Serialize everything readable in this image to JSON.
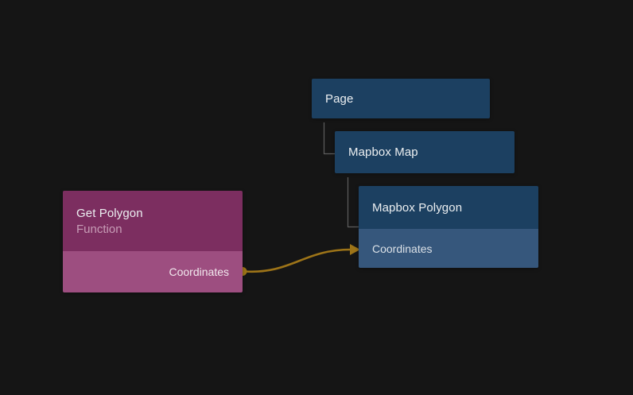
{
  "colors": {
    "background": "#151515",
    "blue_node_header": "#1c4061",
    "blue_node_port_row": "#36577c",
    "purple_node_header": "#7c2e60",
    "purple_node_port_row": "#9d4e80",
    "node_title": "#eceff1",
    "node_subtitle": "#c79cb6",
    "port_label_purple": "#f2e9ee",
    "port_label_blue": "#dbe1e7",
    "tree_connector": "#5d5d5d",
    "connection": "#9d7418"
  },
  "nodes": {
    "page": {
      "label": "Page"
    },
    "mapbox_map": {
      "label": "Mapbox Map"
    },
    "mapbox_polygon": {
      "label": "Mapbox Polygon",
      "ports": [
        {
          "label": "Coordinates",
          "direction": "input"
        }
      ]
    },
    "get_polygon": {
      "label": "Get Polygon",
      "sublabel": "Function",
      "ports": [
        {
          "label": "Coordinates",
          "direction": "output"
        }
      ]
    }
  },
  "connection": {
    "from_node": "Get Polygon",
    "from_port": "Coordinates",
    "to_node": "Mapbox Polygon",
    "to_port": "Coordinates"
  }
}
